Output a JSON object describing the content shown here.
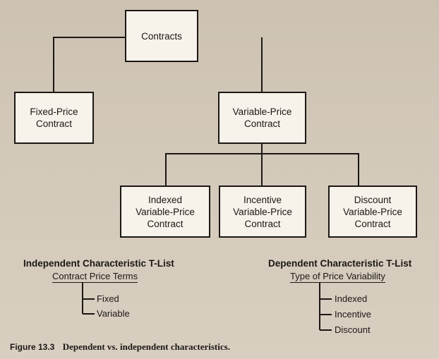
{
  "diagram": {
    "nodes": {
      "contracts": "Contracts",
      "fixed": "Fixed-Price\nContract",
      "variable": "Variable-Price\nContract",
      "indexed": "Indexed\nVariable-Price\nContract",
      "incentive": "Incentive\nVariable-Price\nContract",
      "discount": "Discount\nVariable-Price\nContract"
    }
  },
  "independent_tlist": {
    "title": "Independent Characteristic T-List",
    "head": "Contract Price Terms",
    "items": [
      "Fixed",
      "Variable"
    ]
  },
  "dependent_tlist": {
    "title": "Dependent Characteristic T-List",
    "head": "Type of Price Variability",
    "items": [
      "Indexed",
      "Incentive",
      "Discount"
    ]
  },
  "caption": {
    "figure": "Figure 13.3",
    "text": "Dependent vs. independent characteristics."
  }
}
